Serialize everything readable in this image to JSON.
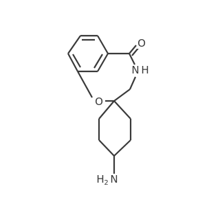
{
  "molecule": {
    "atoms": {
      "carbonyl_oxygen": "O",
      "amide_nitrogen": "N",
      "amide_hydrogen": "H",
      "ether_oxygen": "O",
      "amine_hydrogen": "H",
      "amine_nitrogen": "N",
      "amine_hydrogen_count": "2"
    },
    "colors": {
      "bond": "#3a3a3a",
      "label": "#3a3a3a",
      "background": "#ffffff"
    }
  }
}
